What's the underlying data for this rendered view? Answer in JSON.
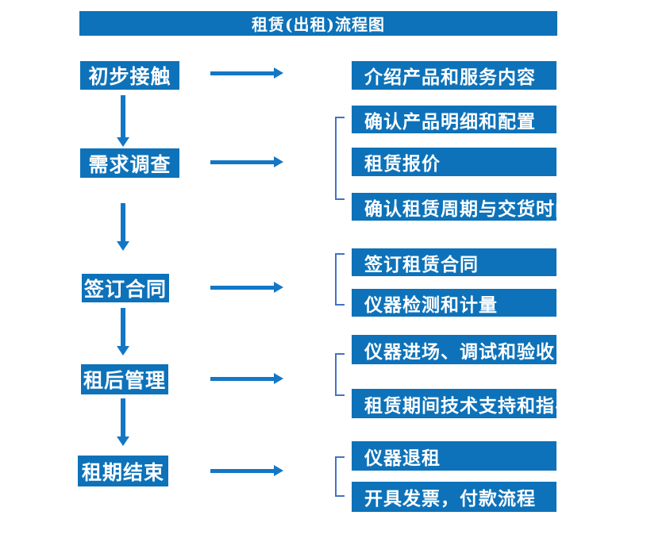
{
  "title": "租赁(出租)流程图",
  "colors": {
    "box_blue": "#0d72b9",
    "arrow_blue": "#1377c6",
    "bracket_blue": "#4472c4",
    "text_white": "#ffffff"
  },
  "left_steps": [
    {
      "label": "初步接触"
    },
    {
      "label": "需求调查"
    },
    {
      "label": "签订合同"
    },
    {
      "label": "租后管理"
    },
    {
      "label": "租期结束"
    }
  ],
  "right_items": [
    {
      "label": "介绍产品和服务内容"
    },
    {
      "label": "确认产品明细和配置"
    },
    {
      "label": "租赁报价"
    },
    {
      "label": "确认租赁周期与交货时间"
    },
    {
      "label": "签订租赁合同"
    },
    {
      "label": "仪器检测和计量"
    },
    {
      "label": "仪器进场、调试和验收"
    },
    {
      "label": "租赁期间技术支持和指导"
    },
    {
      "label": "仪器退租"
    },
    {
      "label": "开具发票，付款流程"
    }
  ],
  "bracket_groups": [
    {
      "items": [
        1,
        2,
        3
      ]
    },
    {
      "items": [
        4,
        5
      ]
    },
    {
      "items": [
        6,
        7
      ]
    },
    {
      "items": [
        8,
        9
      ]
    }
  ]
}
